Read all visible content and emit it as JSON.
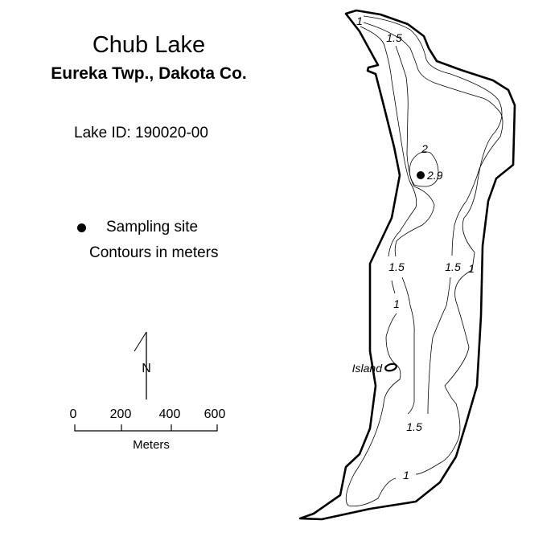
{
  "title": "Chub Lake",
  "subtitle": "Eureka Twp., Dakota Co.",
  "lake_id": "Lake ID: 190020-00",
  "legend": {
    "sampling_site": "Sampling site",
    "contours": "Contours in meters"
  },
  "north_arrow": "N",
  "scale_bar": {
    "ticks": [
      "0",
      "200",
      "400",
      "600"
    ],
    "unit": "Meters"
  },
  "map_labels": {
    "contour_top_1": "1",
    "contour_top_15": "1.5",
    "contour_2": "2",
    "max_depth": "2.9",
    "contour_west_15": "1.5",
    "contour_east_15": "1.5",
    "contour_east_1": "1",
    "contour_west_1": "1",
    "island": "Island",
    "contour_south_15": "1.5",
    "contour_south_1": "1"
  }
}
